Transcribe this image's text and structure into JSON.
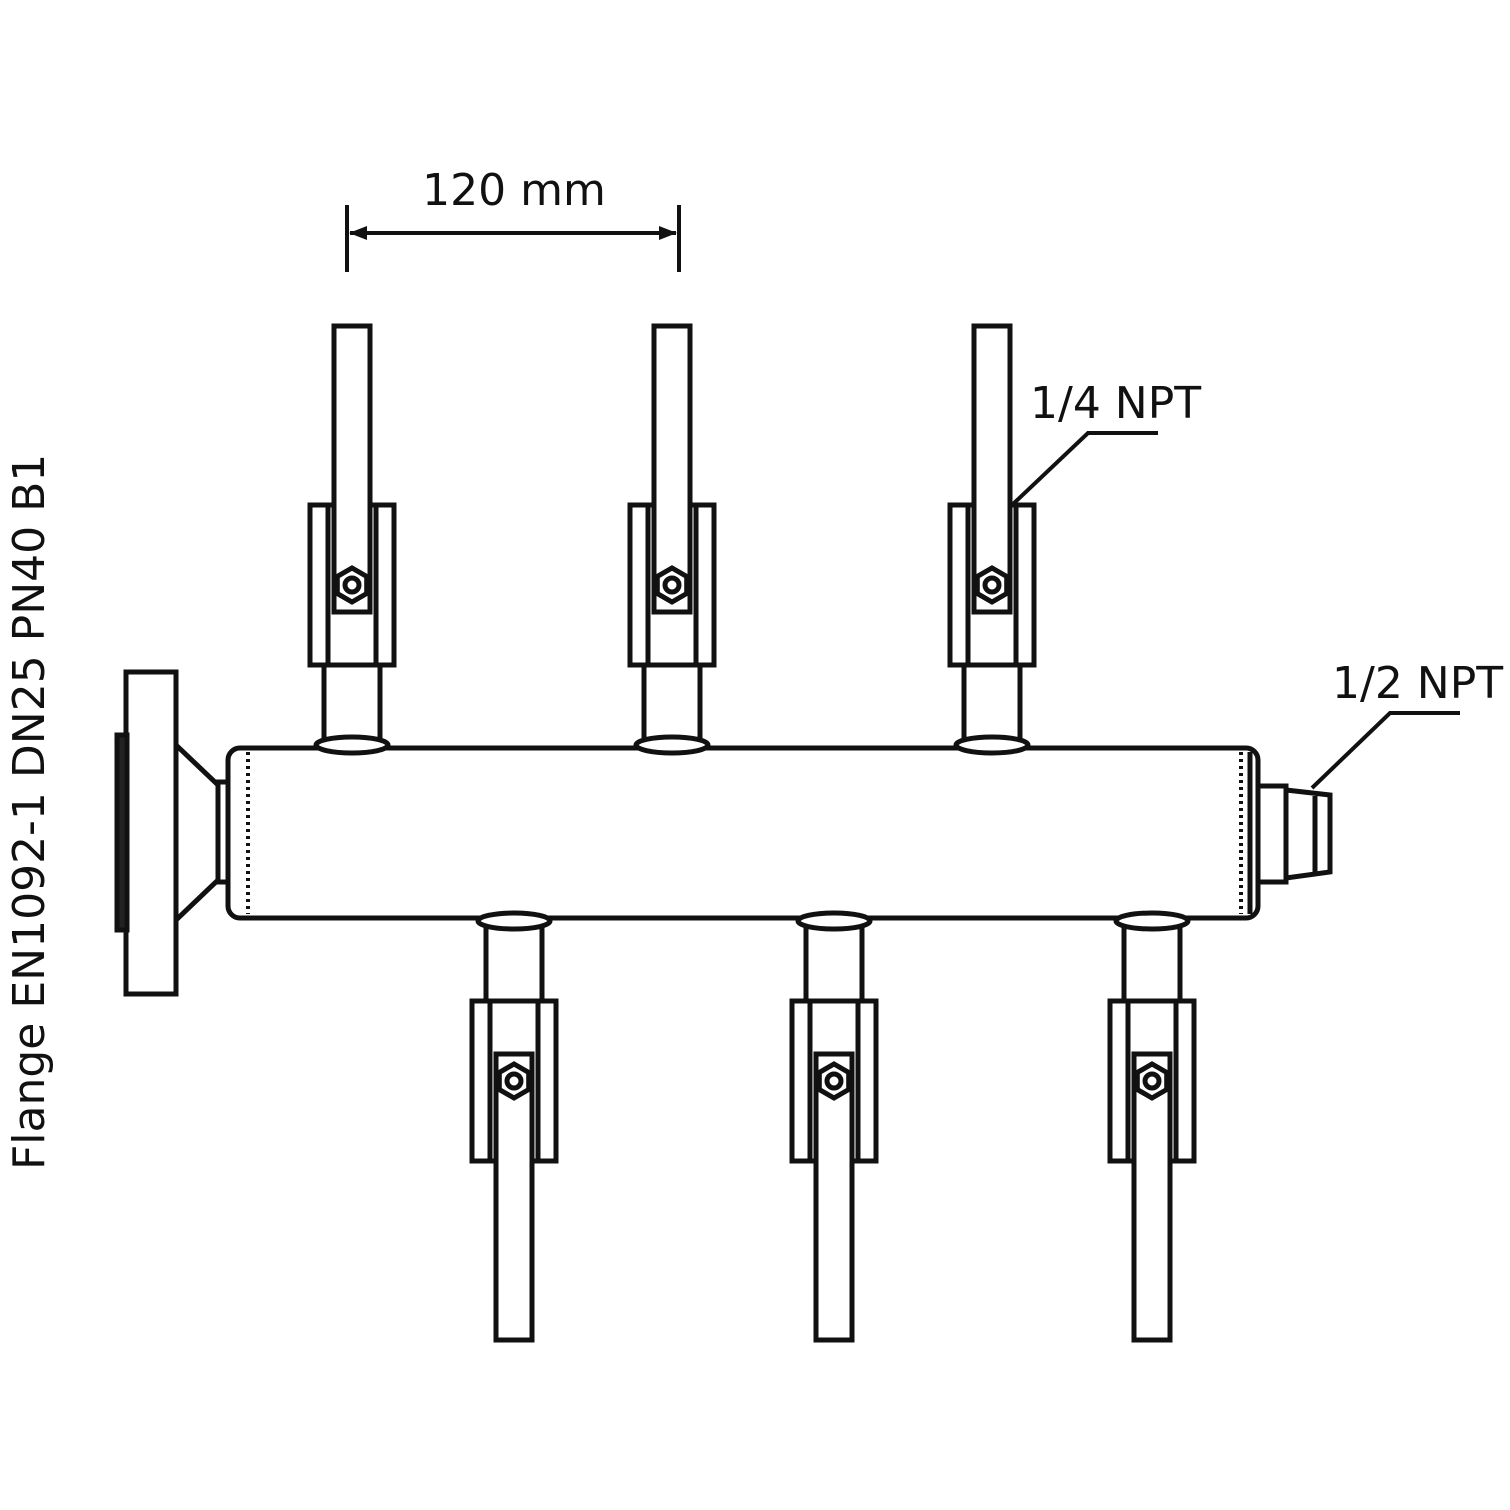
{
  "labels": {
    "dimension": "120 mm",
    "outlet_thread": "1/4 NPT",
    "end_thread": "1/2 NPT",
    "flange": "Flange EN1092-1 DN25 PN40 B1"
  },
  "style": {
    "stroke": "#111111",
    "fill": "#ffffff"
  },
  "valves": [
    {
      "position": "top",
      "index": 1
    },
    {
      "position": "top",
      "index": 2
    },
    {
      "position": "top",
      "index": 3
    },
    {
      "position": "bottom",
      "index": 1
    },
    {
      "position": "bottom",
      "index": 2
    },
    {
      "position": "bottom",
      "index": 3
    }
  ]
}
